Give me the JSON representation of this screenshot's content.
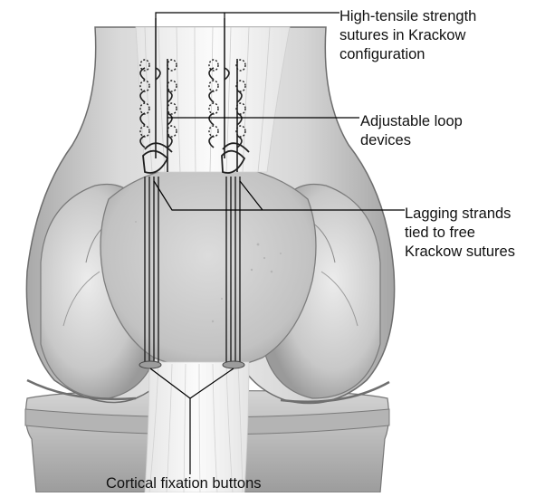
{
  "figure": {
    "labels": {
      "sutures": [
        "High-tensile strength",
        "sutures in Krackow",
        "configuration"
      ],
      "loop_devices": [
        "Adjustable loop",
        "devices"
      ],
      "lagging_strands": [
        "Lagging strands",
        "tied to free",
        "Krackow sutures"
      ],
      "buttons": [
        "Cortical fixation buttons"
      ]
    },
    "colors": {
      "bone_light": "#e6e6e6",
      "bone_mid": "#bdbdbd",
      "bone_dark": "#8e8e8e",
      "tendon": "#f4f4f4",
      "suture": "#1e1e1e",
      "leader_line": "#000000"
    }
  }
}
